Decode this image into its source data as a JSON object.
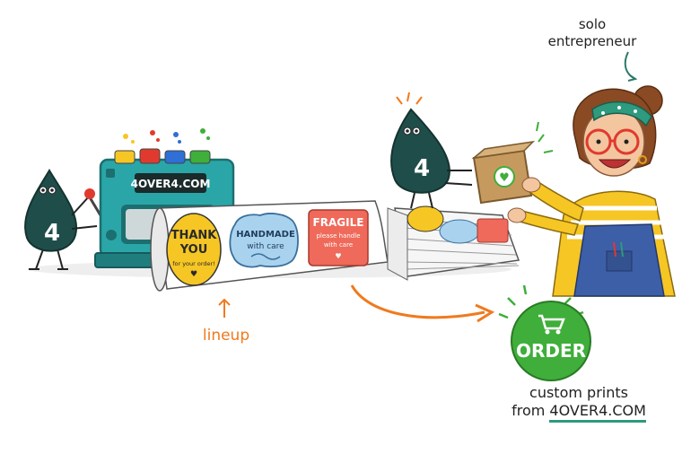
{
  "machine": {
    "brand": "4OVER4.COM"
  },
  "mascot": {
    "number": "4"
  },
  "stickers": {
    "thank_you": {
      "line1": "THANK",
      "line2": "YOU",
      "line3": "for your order!"
    },
    "handmade": {
      "line1": "HANDMADE",
      "line2": "with care"
    },
    "fragile": {
      "line1": "FRAGILE",
      "line2": "please handle",
      "line3": "with care"
    }
  },
  "labels": {
    "solo_line1": "solo",
    "solo_line2": "entrepreneur",
    "lineup": "lineup",
    "cta_line1": "custom prints",
    "cta_line2_prefix": "from ",
    "cta_brand": "4OVER4.COM"
  },
  "order_button": {
    "label": "ORDER",
    "icon": "shopping-cart-icon"
  },
  "colors": {
    "mascot": "#1f4e4a",
    "machine": "#2aa6a8",
    "order_green": "#3fae3a",
    "accent_orange": "#f07a1e",
    "thank_you_yellow": "#f6c624",
    "handmade_blue": "#a9d2ef",
    "fragile_red": "#ef6a5a"
  }
}
